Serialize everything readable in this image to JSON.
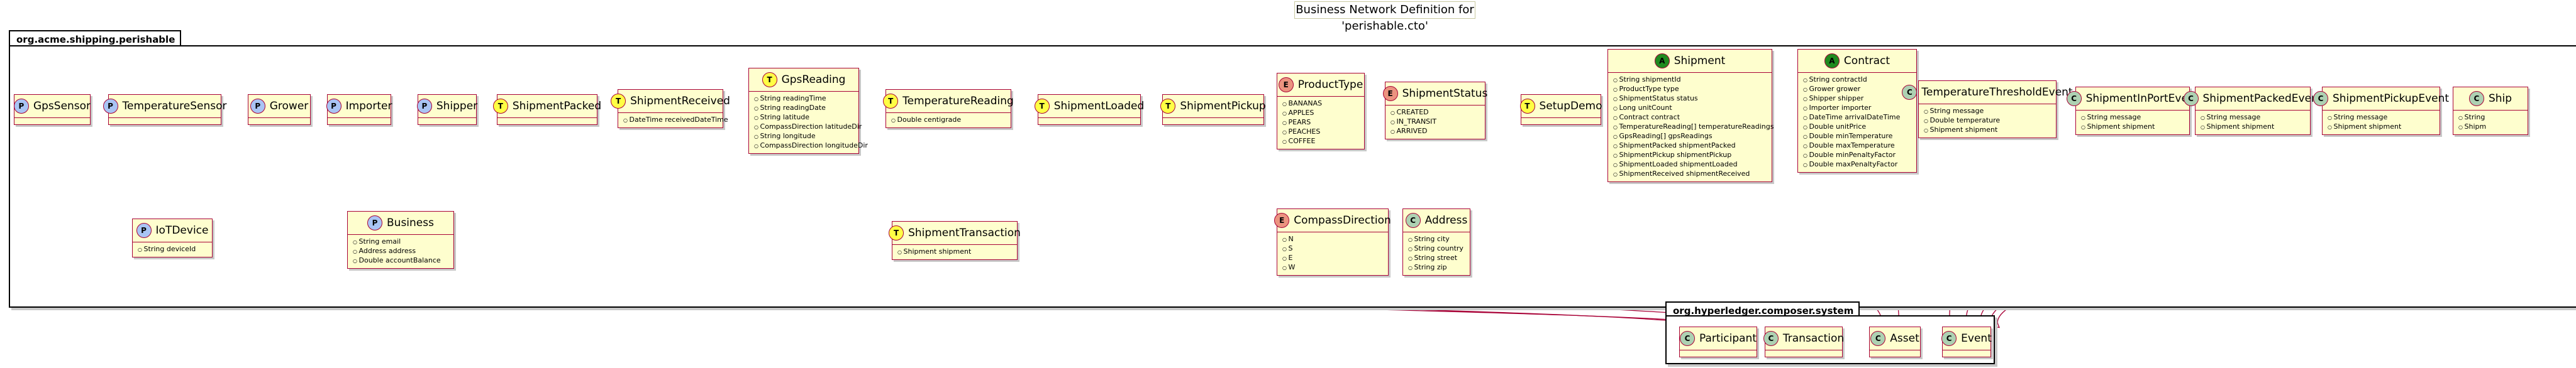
{
  "title": "Business Network Definition for 'perishable.cto'",
  "packages": {
    "main": "org.acme.shipping.perishable",
    "system": "org.hyperledger.composer.system"
  },
  "colors": {
    "box_fill": "#fefece",
    "box_border": "#a80036",
    "edge": "#a80036"
  },
  "classes": {
    "gpssensor": {
      "stereo": "P",
      "name": "GpsSensor",
      "attrs": []
    },
    "temperaturesensor": {
      "stereo": "P",
      "name": "TemperatureSensor",
      "attrs": []
    },
    "grower": {
      "stereo": "P",
      "name": "Grower",
      "attrs": []
    },
    "importer": {
      "stereo": "P",
      "name": "Importer",
      "attrs": []
    },
    "shipper": {
      "stereo": "P",
      "name": "Shipper",
      "attrs": []
    },
    "shipmentpacked": {
      "stereo": "T",
      "name": "ShipmentPacked",
      "attrs": []
    },
    "shipmentreceived": {
      "stereo": "T",
      "name": "ShipmentReceived",
      "attrs": [
        "DateTime receivedDateTime"
      ]
    },
    "gpsreading": {
      "stereo": "T",
      "name": "GpsReading",
      "attrs": [
        "String readingTime",
        "String readingDate",
        "String latitude",
        "CompassDirection latitudeDir",
        "String longitude",
        "CompassDirection longitudeDir"
      ]
    },
    "temperaturereading": {
      "stereo": "T",
      "name": "TemperatureReading",
      "attrs": [
        "Double centigrade"
      ]
    },
    "shipmentloaded": {
      "stereo": "T",
      "name": "ShipmentLoaded",
      "attrs": []
    },
    "shipmentpickup": {
      "stereo": "T",
      "name": "ShipmentPickup",
      "attrs": []
    },
    "producttype": {
      "stereo": "E",
      "name": "ProductType",
      "attrs": [
        "BANANAS",
        "APPLES",
        "PEARS",
        "PEACHES",
        "COFFEE"
      ]
    },
    "shipmentstatus": {
      "stereo": "E",
      "name": "ShipmentStatus",
      "attrs": [
        "CREATED",
        "IN_TRANSIT",
        "ARRIVED"
      ]
    },
    "setupdemo": {
      "stereo": "T",
      "name": "SetupDemo",
      "attrs": []
    },
    "shipment": {
      "stereo": "A",
      "name": "Shipment",
      "attrs": [
        "String shipmentId",
        "ProductType type",
        "ShipmentStatus status",
        "Long unitCount",
        "Contract contract",
        "TemperatureReading[] temperatureReadings",
        "GpsReading[] gpsReadings",
        "ShipmentPacked shipmentPacked",
        "ShipmentPickup shipmentPickup",
        "ShipmentLoaded shipmentLoaded",
        "ShipmentReceived shipmentReceived"
      ]
    },
    "contract": {
      "stereo": "A",
      "name": "Contract",
      "attrs": [
        "String contractId",
        "Grower grower",
        "Shipper shipper",
        "Importer importer",
        "DateTime arrivalDateTime",
        "Double unitPrice",
        "Double minTemperature",
        "Double maxTemperature",
        "Double minPenaltyFactor",
        "Double maxPenaltyFactor"
      ]
    },
    "temperaturethresholdevent": {
      "stereo": "C",
      "name": "TemperatureThresholdEvent",
      "attrs": [
        "String message",
        "Double temperature",
        "Shipment shipment"
      ]
    },
    "shipmentinportevent": {
      "stereo": "C",
      "name": "ShipmentInPortEvent",
      "attrs": [
        "String message",
        "Shipment shipment"
      ]
    },
    "shipmentpackedevent": {
      "stereo": "C",
      "name": "ShipmentPackedEvent",
      "attrs": [
        "String message",
        "Shipment shipment"
      ]
    },
    "shipmentpickupevent": {
      "stereo": "C",
      "name": "ShipmentPickupEvent",
      "attrs": [
        "String message",
        "Shipment shipment"
      ]
    },
    "shipcut": {
      "stereo": "C",
      "name": "Ship",
      "attrs": [
        "String",
        "Shipm"
      ]
    },
    "iotdevice": {
      "stereo": "P",
      "name": "IoTDevice",
      "attrs": [
        "String deviceId"
      ]
    },
    "business": {
      "stereo": "P",
      "name": "Business",
      "attrs": [
        "String email",
        "Address address",
        "Double accountBalance"
      ]
    },
    "shipmenttransaction": {
      "stereo": "T",
      "name": "ShipmentTransaction",
      "attrs": [
        "Shipment shipment"
      ]
    },
    "compassdirection": {
      "stereo": "E",
      "name": "CompassDirection",
      "attrs": [
        "N",
        "S",
        "E",
        "W"
      ]
    },
    "address": {
      "stereo": "C",
      "name": "Address",
      "attrs": [
        "String city",
        "String country",
        "String street",
        "String zip"
      ]
    },
    "participant": {
      "stereo": "C",
      "name": "Participant",
      "attrs": []
    },
    "transaction": {
      "stereo": "C",
      "name": "Transaction",
      "attrs": []
    },
    "asset": {
      "stereo": "C",
      "name": "Asset",
      "attrs": []
    },
    "event": {
      "stereo": "C",
      "name": "Event",
      "attrs": []
    }
  }
}
